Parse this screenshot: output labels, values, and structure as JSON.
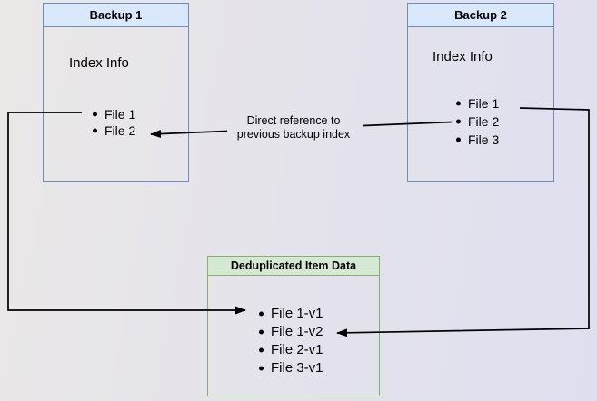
{
  "diagram": {
    "backup1": {
      "title": "Backup 1",
      "index_label": "Index Info",
      "files": [
        "File 1",
        "File 2"
      ]
    },
    "backup2": {
      "title": "Backup 2",
      "index_label": "Index Info",
      "files": [
        "File 1",
        "File 2",
        "File 3"
      ]
    },
    "dedup_store": {
      "title": "Deduplicated Item Data",
      "items": [
        "File 1-v1",
        "File 1-v2",
        "File 2-v1",
        "File 3-v1"
      ]
    },
    "annotation": {
      "direct_reference_label": "Direct reference to previous backup index"
    }
  },
  "colors": {
    "backup_border": "#6c8ebf",
    "backup_header_fill": "#dae8fc",
    "dedup_border": "#82b366",
    "dedup_header_fill": "#d5e8d4",
    "arrow": "#000000",
    "background_left": "#e9e7e5",
    "background_right": "#dfdff0"
  }
}
